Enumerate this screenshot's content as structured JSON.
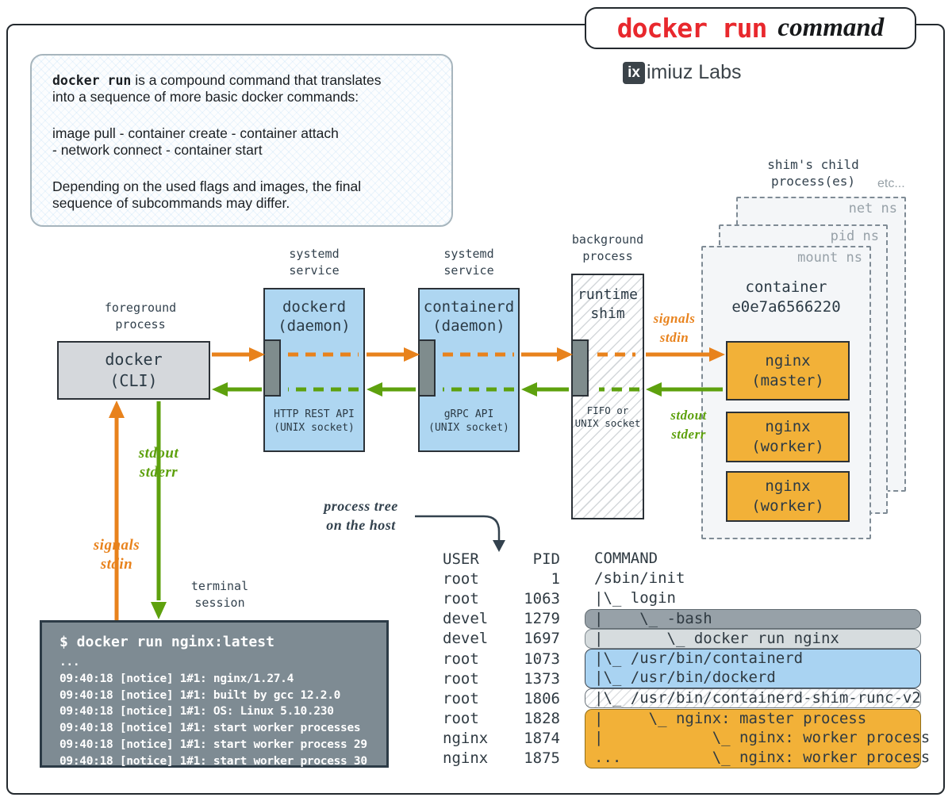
{
  "title": {
    "primary": "docker run",
    "secondary": "command"
  },
  "brand": {
    "logo": "ix",
    "name": "imiuz Labs"
  },
  "note": {
    "code": "docker run",
    "p1_rest": " is a compound command that translates\ninto a sequence of more basic docker commands:",
    "p2": "image pull - container create - container attach\n   - network connect - container start",
    "p3": "Depending on the used flags and images, the final\nsequence of subcommands may differ."
  },
  "captions": {
    "cli": "foreground\nprocess",
    "dockerd": "systemd\nservice",
    "containerd": "systemd\nservice",
    "shim": "background\nprocess",
    "terminal": "terminal\nsession",
    "shim_children": "shim's child\nprocess(es)",
    "etc": "etc...",
    "process_tree": "process tree\non the host"
  },
  "boxes": {
    "cli": "docker\n(CLI)",
    "dockerd": {
      "title": "dockerd\n(daemon)",
      "sub": "HTTP REST API\n(UNIX socket)"
    },
    "containerd": {
      "title": "containerd\n(daemon)",
      "sub": "gRPC API\n(UNIX socket)"
    },
    "shim": {
      "title": "runtime\nshim",
      "sub": "FIFO or\nUNIX socket"
    }
  },
  "flow_labels": {
    "signals_right": "signals\nstdin",
    "stdout_right": "stdout\nstderr",
    "stdout_left": "stdout\nstderr",
    "signals_left": "signals\nstdin"
  },
  "container": {
    "namespaces": [
      "net ns",
      "pid ns",
      "mount ns"
    ],
    "title": "container\ne0e7a6566220",
    "processes": [
      "nginx\n(master)",
      "nginx\n(worker)",
      "nginx\n(worker)"
    ]
  },
  "terminal": {
    "lines": [
      "$ docker run nginx:latest",
      "...",
      "09:40:18 [notice] 1#1: nginx/1.27.4",
      "09:40:18 [notice] 1#1: built by gcc 12.2.0",
      "09:40:18 [notice] 1#1: OS: Linux 5.10.230",
      "09:40:18 [notice] 1#1: start worker processes",
      "09:40:18 [notice] 1#1: start worker process 29",
      "09:40:18 [notice] 1#1: start worker process 30"
    ]
  },
  "ptable": {
    "headers": [
      "USER",
      "PID",
      "COMMAND"
    ],
    "rows": [
      {
        "user": "root",
        "pid": "1",
        "cmd": "/sbin/init"
      },
      {
        "user": "root",
        "pid": "1063",
        "cmd": "|\\_ login"
      },
      {
        "user": "devel",
        "pid": "1279",
        "cmd": "|    \\_ -bash"
      },
      {
        "user": "devel",
        "pid": "1697",
        "cmd": "|       \\_ docker run nginx"
      },
      {
        "user": "root",
        "pid": "1073",
        "cmd": "|\\_ /usr/bin/containerd"
      },
      {
        "user": "root",
        "pid": "1373",
        "cmd": "|\\_ /usr/bin/dockerd"
      },
      {
        "user": "root",
        "pid": "1806",
        "cmd": "|\\_ /usr/bin/containerd-shim-runc-v2"
      },
      {
        "user": "root",
        "pid": "1828",
        "cmd": "|     \\_ nginx: master process"
      },
      {
        "user": "nginx",
        "pid": "1874",
        "cmd": "|            \\_ nginx: worker process"
      },
      {
        "user": "nginx",
        "pid": "1875",
        "cmd": "...          \\_ nginx: worker process"
      }
    ]
  },
  "colors": {
    "orange": "#e8821c",
    "green": "#5ea10e",
    "blue": "#aed6f1",
    "amber": "#f2b138",
    "red": "#e8282d",
    "gray": "#d5d8dc"
  }
}
